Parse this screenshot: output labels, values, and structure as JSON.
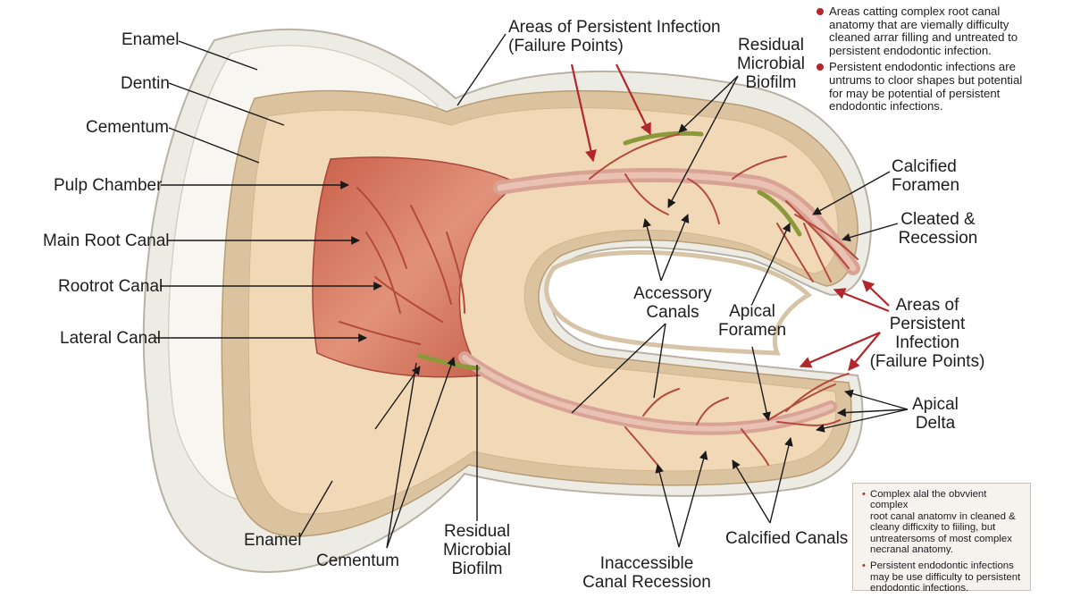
{
  "labels": {
    "enamel_top": "Enamel",
    "dentin": "Dentin",
    "cementum_left": "Cementum",
    "pulp_chamber": "Pulp Chamber",
    "main_root_canal": "Main Root Canal",
    "rootrot_canal": "Rootrot Canal",
    "lateral_canal": "Lateral Canal",
    "enamel_bottom": "Enamel",
    "cementum_bottom": "Cementum",
    "residual_biofilm_bottom": [
      "Residual",
      "Microbial",
      "Biofilm"
    ],
    "inaccessible": [
      "Inaccessible",
      "Canal Recession"
    ],
    "calcified_canals": "Calcified Canals",
    "areas_top": [
      "Areas of Persistent Infection",
      "(Failure Points)"
    ],
    "residual_biofilm_top": [
      "Residual",
      "Microbial",
      "Biofilm"
    ],
    "calcified_foramen": [
      "Calcified",
      "Foramen"
    ],
    "cleated_recession": [
      "Cleated &",
      "Recession"
    ],
    "accessory_canals": [
      "Accessory",
      "Canals"
    ],
    "apical_foramen": [
      "Apical",
      "Foramen"
    ],
    "areas_right": [
      "Areas of",
      "Persistent",
      "Infection",
      "(Failure Points)"
    ],
    "apical_delta": [
      "Apical",
      "Delta"
    ]
  },
  "notes_top": [
    [
      "Areas catting complex root canal",
      "anatomy that are viemally difficulty",
      "cleaned arrar filling and untreated to",
      "persistent endodontic infection."
    ],
    [
      "Persistent endodontic infections are",
      "untrums to cloor shapes but potential",
      "for may be potential of persistent",
      "endodontic infections."
    ]
  ],
  "notes_box": [
    [
      "Complex alal the obvvient complex",
      "root canal anatomv in cleaned &",
      "cleany difficxity to fiiling, but",
      "untreatersoms of most complex",
      "necranal anatomy."
    ],
    [
      "Persistent endodontic infections",
      "may be use difficulty to persistent",
      "endodontic infections."
    ]
  ],
  "colors": {
    "enamel": "#ecebe4",
    "cementum": "#dcc3a0",
    "dentin": "#f1d9b8",
    "pulp": "#d77a63",
    "canal": "#c4594a",
    "biofilm": "#8a9a3a",
    "infection_arrow": "#b3262a",
    "leader": "#1a1a1a"
  }
}
